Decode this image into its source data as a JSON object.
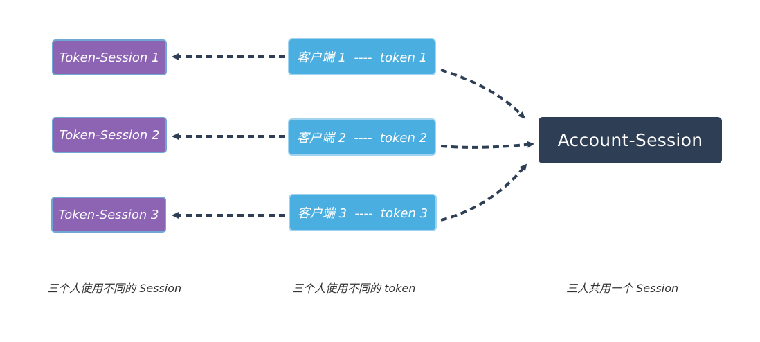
{
  "token_sessions": [
    {
      "label": "Token-Session 1"
    },
    {
      "label": "Token-Session 2"
    },
    {
      "label": "Token-Session 3"
    }
  ],
  "clients": [
    {
      "label": "客户端 1  ----  token 1"
    },
    {
      "label": "客户端 2  ----  token 2"
    },
    {
      "label": "客户端 3  ----  token 3"
    }
  ],
  "account_session": {
    "label": "Account-Session"
  },
  "captions": {
    "left": "三个人使用不同的 Session",
    "middle": "三个人使用不同的 token",
    "right": "三人共用一个 Session"
  },
  "colors": {
    "token_session_fill": "#8d63b3",
    "client_fill": "#4aaee0",
    "account_fill": "#2d3e55",
    "arrow": "#2d3e55"
  }
}
